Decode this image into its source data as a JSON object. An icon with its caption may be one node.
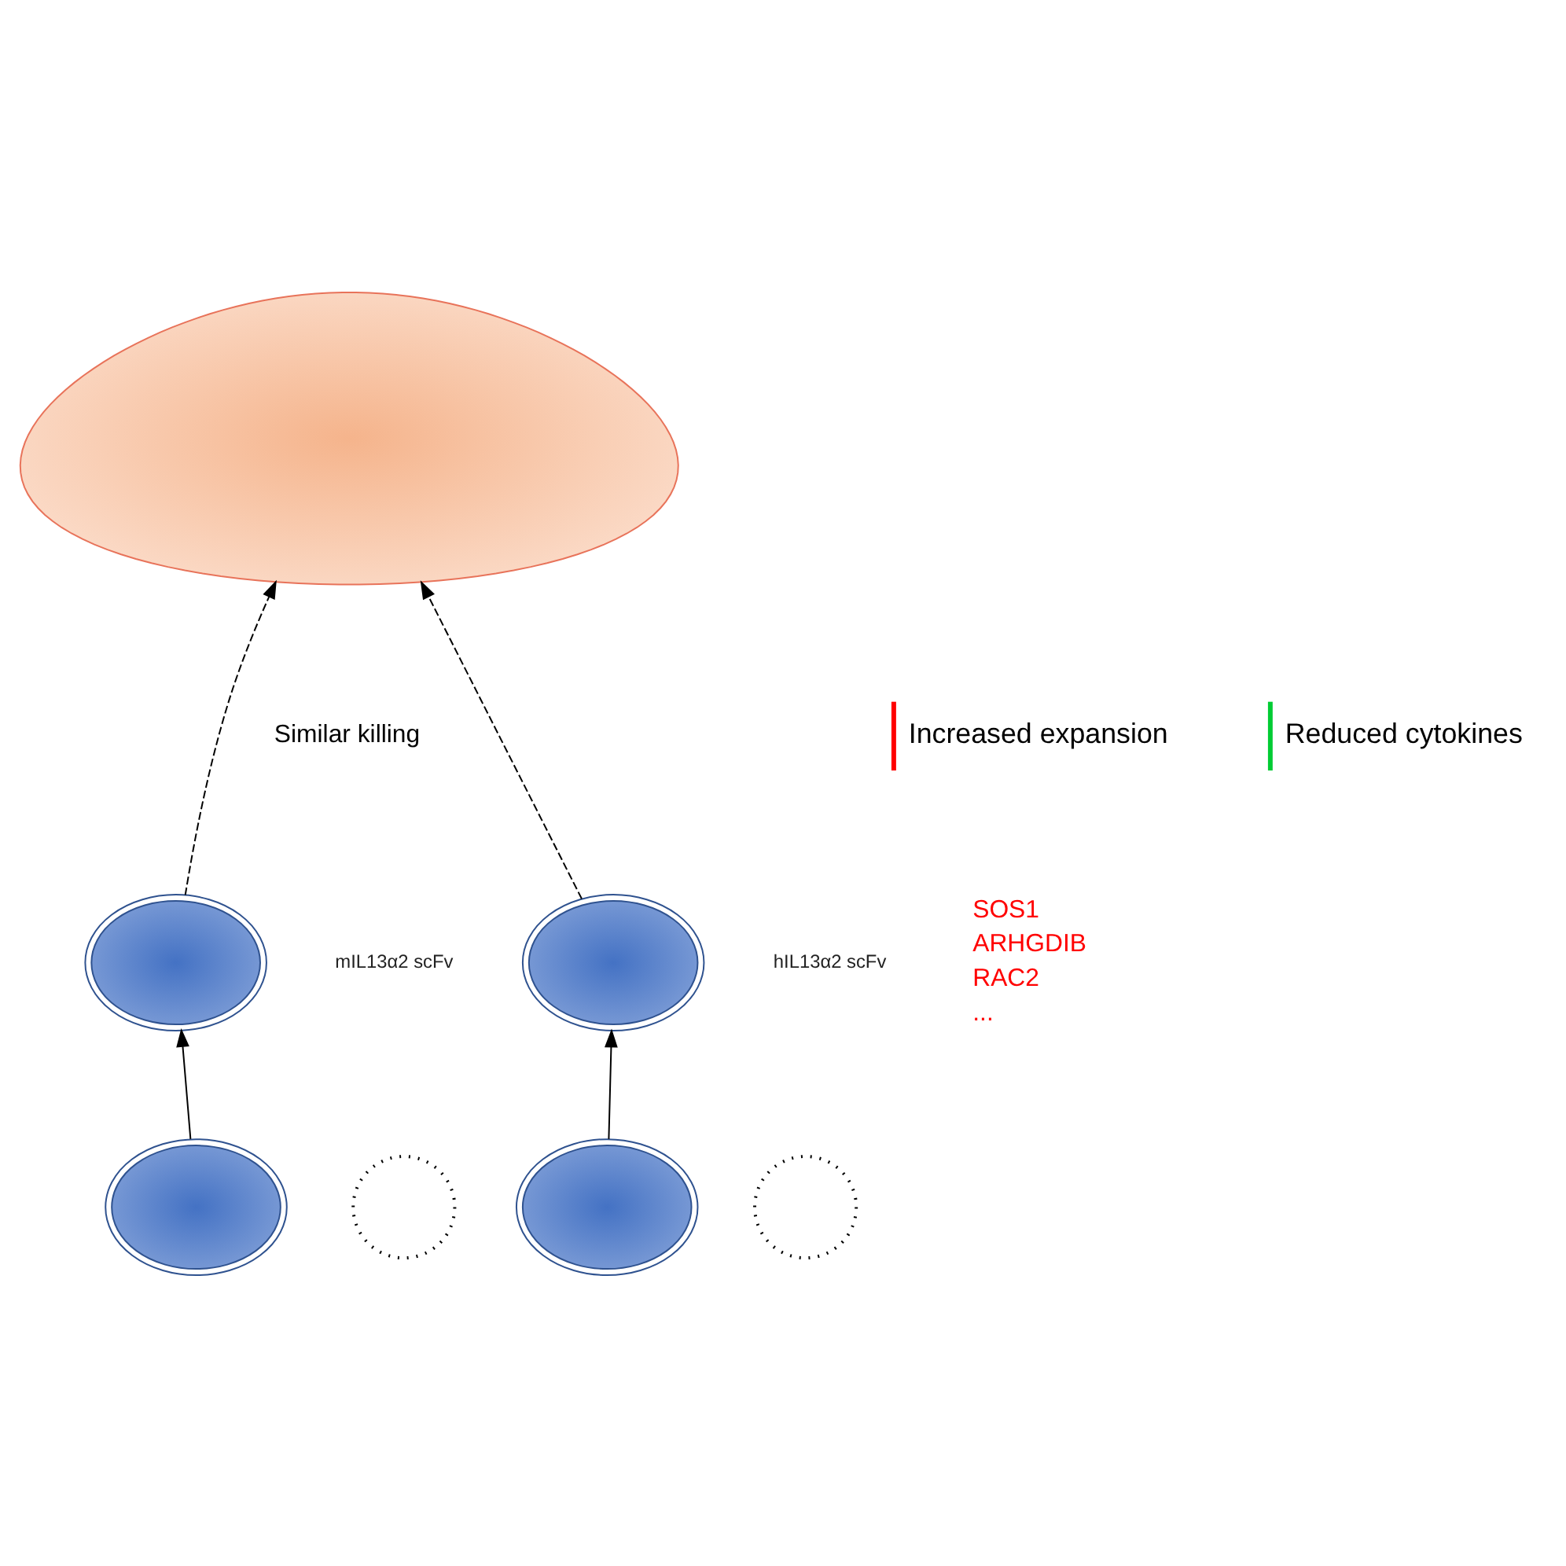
{
  "diagram": {
    "nodes": [
      {
        "text": [],
        "shape": "picture"
      },
      {
        "text": [],
        "shape": "picture"
      },
      {
        "text": [],
        "shape": "picture"
      },
      {
        "text": [],
        "shape": "circle"
      },
      {
        "text": [],
        "shape": "picture"
      },
      {
        "text": [],
        "shape": "picture"
      },
      {
        "text": [],
        "shape": "circle"
      }
    ],
    "edges": [
      {
        "from": 2,
        "to": 1,
        "arrow": "to"
      },
      {
        "from": 1,
        "to": 0,
        "arrow": "to",
        "style": "dashed"
      },
      {
        "from": 5,
        "to": 4,
        "arrow": "to"
      },
      {
        "from": 4,
        "to": 0,
        "arrow": "to",
        "style": "dashed"
      }
    ],
    "labels": [
      "Similar killing",
      "mIL13α2 scFv",
      "hIL13α2 scFv",
      "Increased expansion",
      "SOS1",
      "ARHGDIB",
      "RAC2",
      "...",
      "Reduced cytokines"
    ]
  }
}
